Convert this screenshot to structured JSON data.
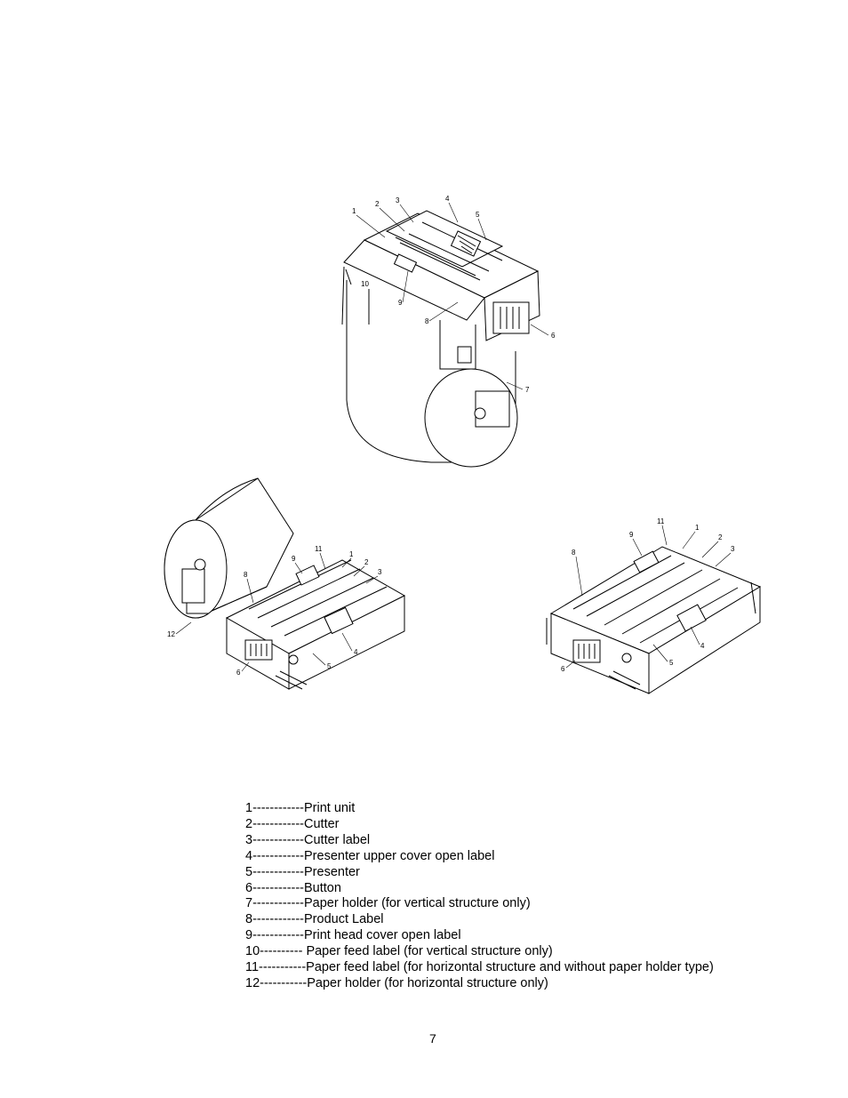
{
  "figures": {
    "vertical": {
      "callouts": [
        "1",
        "2",
        "3",
        "4",
        "5",
        "6",
        "7",
        "8",
        "9",
        "10"
      ]
    },
    "horizontal_with_holder": {
      "callouts": [
        "11",
        "9",
        "1",
        "2",
        "3",
        "8",
        "12",
        "4",
        "5",
        "6"
      ]
    },
    "horizontal_without_holder": {
      "callouts": [
        "11",
        "9",
        "1",
        "2",
        "3",
        "8",
        "4",
        "5",
        "6"
      ]
    }
  },
  "legend": [
    "1------------Print unit",
    "2------------Cutter",
    "3------------Cutter label",
    "4------------Presenter upper cover open label",
    "5------------Presenter",
    "6------------Button",
    "7------------Paper holder (for vertical structure only)",
    "8------------Product Label",
    "9------------Print head cover open label",
    "10---------- Paper feed label (for vertical structure only)",
    "11-----------Paper feed label (for horizontal structure and without paper holder type)",
    "12-----------Paper holder (for horizontal structure only)"
  ],
  "page_number": "7"
}
